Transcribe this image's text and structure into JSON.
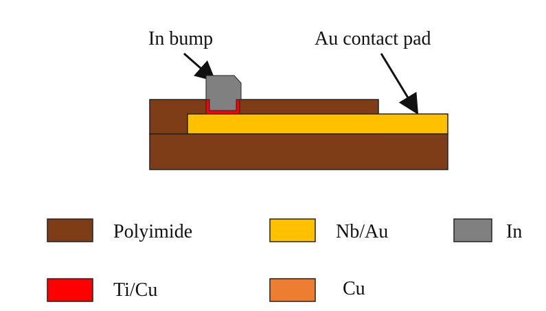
{
  "callouts": {
    "in_bump": "In bump",
    "au_contact_pad": "Au contact pad"
  },
  "legend": [
    {
      "label": "Polyimide",
      "color": "#7f3d17"
    },
    {
      "label": "Nb/Au",
      "color": "#ffc000"
    },
    {
      "label": "In",
      "color": "#808080"
    },
    {
      "label": "Ti/Cu",
      "color": "#ff0000"
    },
    {
      "label": "Cu",
      "color": "#ed7d31"
    }
  ],
  "materials": {
    "polyimide": "#7f3d17",
    "nb_au": "#ffc000",
    "indium": "#808080",
    "ti_cu": "#ff0000",
    "cu": "#ed7d31",
    "outline": "#222222"
  }
}
